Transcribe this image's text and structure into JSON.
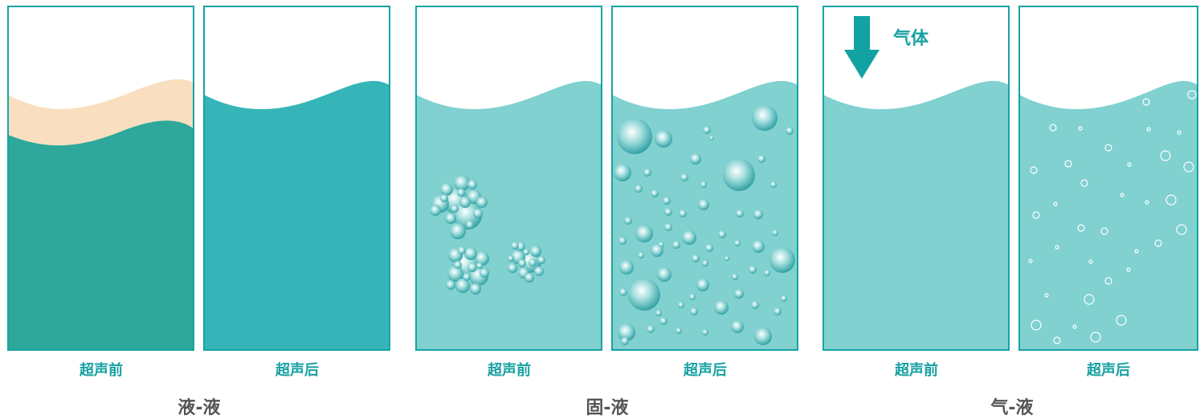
{
  "colors": {
    "frame": "#15a5a3",
    "liquid_dark": "#2ea89a",
    "oil_layer": "#f9dfc0",
    "liquid_mid": "#35b5b8",
    "liquid_light": "#80d1d0",
    "bubble": "#48b5b5",
    "label_teal": "#17a1a3",
    "title_gray": "#555555",
    "arrow": "#13a2a2"
  },
  "groups": [
    {
      "title": "液-液",
      "before_label": "超声前",
      "after_label": "超声后"
    },
    {
      "title": "固-液",
      "before_label": "超声前",
      "after_label": "超声后"
    },
    {
      "title": "气-液",
      "before_label": "超声前",
      "after_label": "超声后"
    }
  ],
  "gas_label": "气体",
  "arrow_icon": "down-arrow-icon"
}
